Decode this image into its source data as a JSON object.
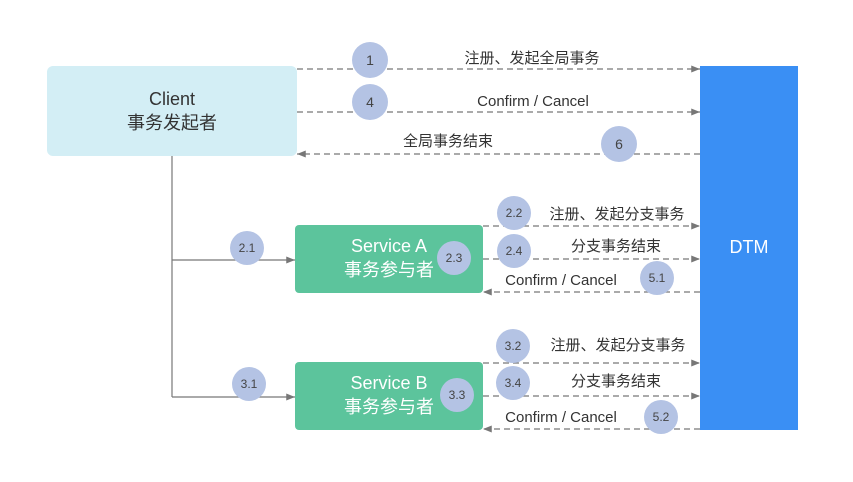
{
  "colors": {
    "client_fill": "#d3eef5",
    "dtm_fill": "#3a8ff4",
    "service_fill": "#5cc49c",
    "badge_fill": "#b4c3e4",
    "connector": "#777777"
  },
  "client": {
    "title": "Client",
    "subtitle": "事务发起者",
    "links": [
      {
        "step": "1",
        "label": "注册、发起全局事务"
      },
      {
        "step": "4",
        "label": "Confirm / Cancel"
      },
      {
        "step": "6",
        "label": "全局事务结束"
      }
    ]
  },
  "dtm": {
    "title": "DTM"
  },
  "service_a": {
    "title": "Service A",
    "subtitle": "事务参与者",
    "entry_step": "2.1",
    "local_step": "2.3",
    "links": [
      {
        "step": "2.2",
        "label": "注册、发起分支事务"
      },
      {
        "step": "2.4",
        "label": "分支事务结束"
      },
      {
        "step": "5.1",
        "label": "Confirm / Cancel"
      }
    ]
  },
  "service_b": {
    "title": "Service B",
    "subtitle": "事务参与者",
    "entry_step": "3.1",
    "local_step": "3.3",
    "links": [
      {
        "step": "3.2",
        "label": "注册、发起分支事务"
      },
      {
        "step": "3.4",
        "label": "分支事务结束"
      },
      {
        "step": "5.2",
        "label": "Confirm / Cancel"
      }
    ]
  }
}
